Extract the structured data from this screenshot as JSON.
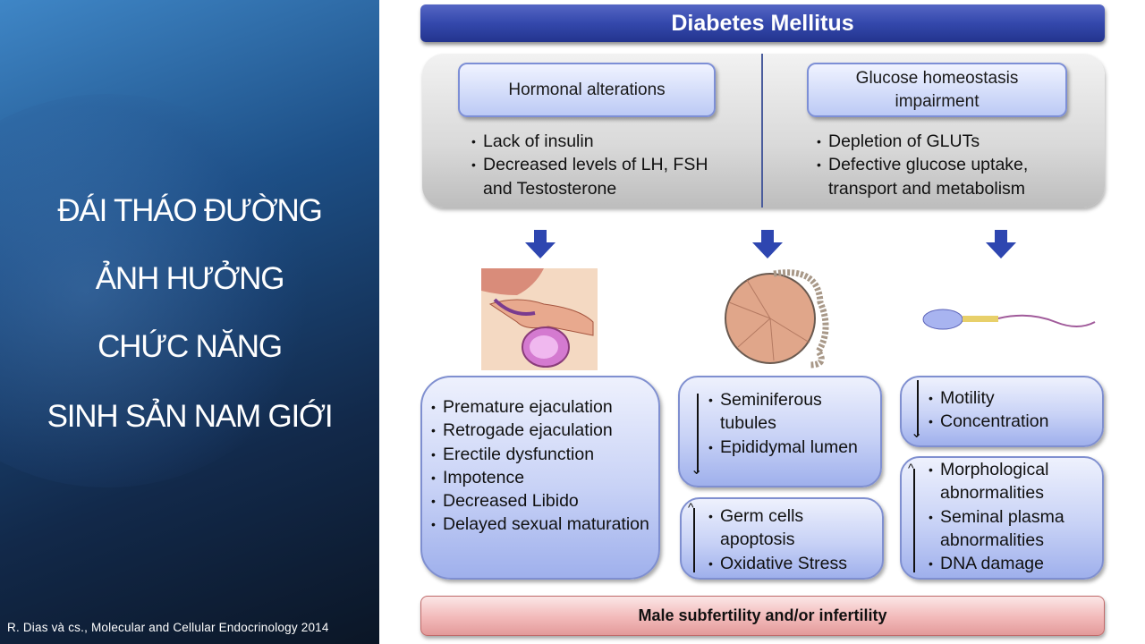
{
  "sidebar": {
    "title_lines": [
      "ĐÁI THÁO ĐƯỜNG",
      "ẢNH HƯỞNG",
      "CHỨC NĂNG",
      "SINH SẢN NAM GIỚI"
    ],
    "citation": "R. Dias và cs., Molecular and Cellular Endocrinology 2014"
  },
  "diagram": {
    "title": "Diabetes Mellitus",
    "causes": [
      {
        "header": "Hormonal alterations",
        "items": [
          "Lack of insulin",
          "Decreased levels of  LH, FSH and Testosterone"
        ]
      },
      {
        "header": "Glucose homeostasis impairment",
        "items": [
          "Depletion of GLUTs",
          "Defective glucose uptake, transport and metabolism"
        ]
      }
    ],
    "effects": {
      "sexual": [
        "Premature ejaculation",
        "Retrogade ejaculation",
        "Erectile dysfunction",
        "Impotence",
        "Decreased Libido",
        "Delayed sexual maturation"
      ],
      "testis_decreased": [
        "Seminiferous tubules",
        "Epididymal lumen"
      ],
      "testis_increased": [
        "Germ cells apoptosis",
        "Oxidative Stress"
      ],
      "sperm_decreased": [
        "Motility",
        "Concentration"
      ],
      "sperm_increased": [
        "Morphological abnormalities",
        "Seminal plasma abnormalities",
        "DNA damage"
      ]
    },
    "outcome": "Male subfertility and/or infertility"
  }
}
